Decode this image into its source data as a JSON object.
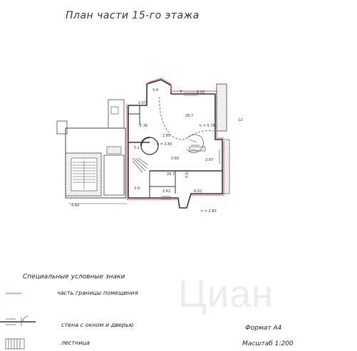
{
  "title": "План части 15-го этажа",
  "legend": {
    "heading": "Специальные условные знаки",
    "items": [
      {
        "label": "часть границы помещения"
      },
      {
        "label": "стена с окном и дверью"
      },
      {
        "label": "лестница"
      }
    ]
  },
  "format": "Формат А4",
  "scale": "Масштаб 1:200",
  "watermark": "Циан",
  "colors": {
    "boundary": "#e05555",
    "wall": "#333333",
    "hatch": "#555555"
  },
  "plan_labels": {
    "room_big": "28.7",
    "room_center": "29.7",
    "room_left": "5.2",
    "room_top_small": "3.4",
    "height_1": "h = 2.80",
    "height_2": "h = 5.78",
    "height_3": "h = 2.80",
    "north": "12",
    "dim_top": "3.92",
    "dim_right_mid": "2.97",
    "dim_bottom": "6.02",
    "dim_bottom_left": "2.42",
    "dim_left": "2.85",
    "dim_center": "5.61",
    "dim_small_1": "2.07",
    "dim_small_2": "1.36",
    "dim_far_left": "4.60",
    "dim_lower_right": "2.60",
    "room_left_lower": "3.9"
  }
}
